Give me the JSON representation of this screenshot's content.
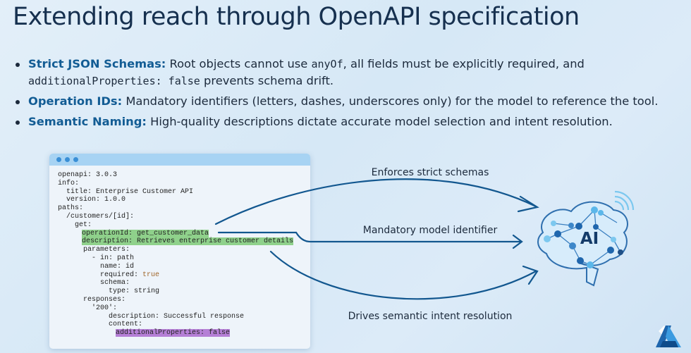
{
  "title": "Extending reach through OpenAPI specification",
  "bullets": [
    {
      "label": "Strict JSON Schemas:",
      "text_a": " Root objects cannot use ",
      "code_a": "anyOf",
      "text_b": ", all fields must be explicitly required, and",
      "code_b": "additionalProperties: false",
      "text_c": " prevents schema drift."
    },
    {
      "label": "Operation IDs:",
      "text": " Mandatory identifiers (letters, dashes, underscores only) for the model to reference the tool."
    },
    {
      "label": "Semantic Naming:",
      "text": " High-quality descriptions dictate accurate model selection and intent resolution."
    }
  ],
  "code": {
    "lines": [
      "openapi: 3.0.3",
      "info:",
      "  title: Enterprise Customer API",
      "  version: 1.0.0",
      "paths:",
      "  /customers/[id]:",
      "    get:"
    ],
    "operation_id": "operationId: get_customer_data",
    "description": "description: Retrieves enterprise customer details",
    "lines2": [
      "parameters:",
      "  - in: path",
      "    name: id"
    ],
    "required_key": "required: ",
    "required_val": "true",
    "lines3": [
      "schema:",
      "  type: string",
      "responses:",
      "  '200':",
      "      description: Successful response",
      "      content:"
    ],
    "additional": "additionalProperties: false"
  },
  "arrows": {
    "top": "Enforces strict schemas",
    "middle": "Mandatory model identifier",
    "bottom": "Drives semantic intent resolution"
  },
  "brain": {
    "label": "AI"
  },
  "colors": {
    "accent": "#125c94",
    "arrow": "#12578f",
    "highlight_green": "#8fd18b",
    "highlight_purple": "#b57fd6"
  }
}
